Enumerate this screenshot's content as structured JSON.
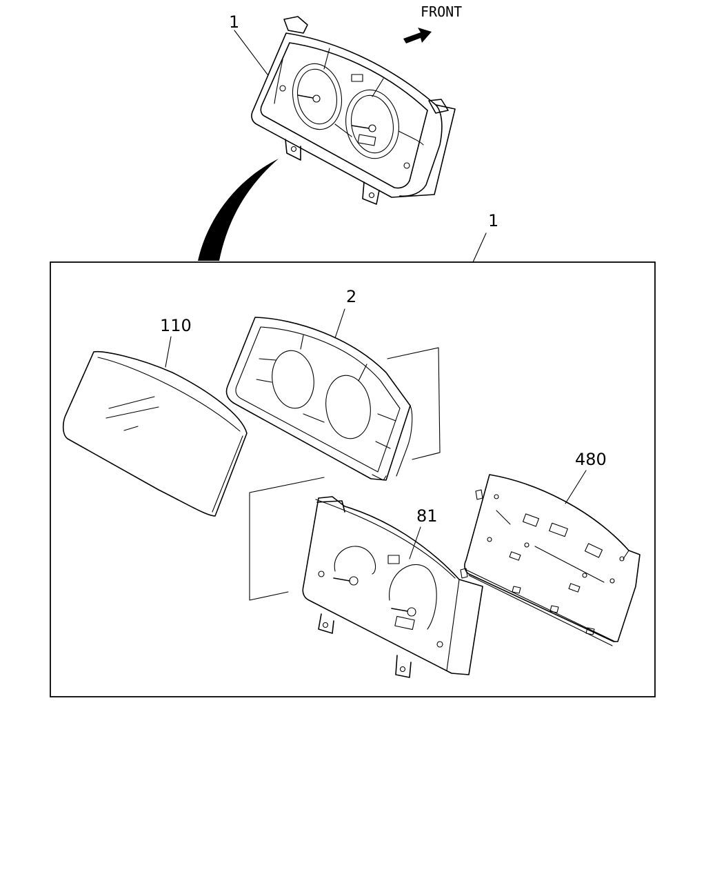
{
  "direction_label": "FRONT",
  "callouts": {
    "assembly_top": "1",
    "assembly_box": "1",
    "case": "2",
    "lens": "110",
    "dial_plate": "81",
    "circuit_board": "480"
  }
}
